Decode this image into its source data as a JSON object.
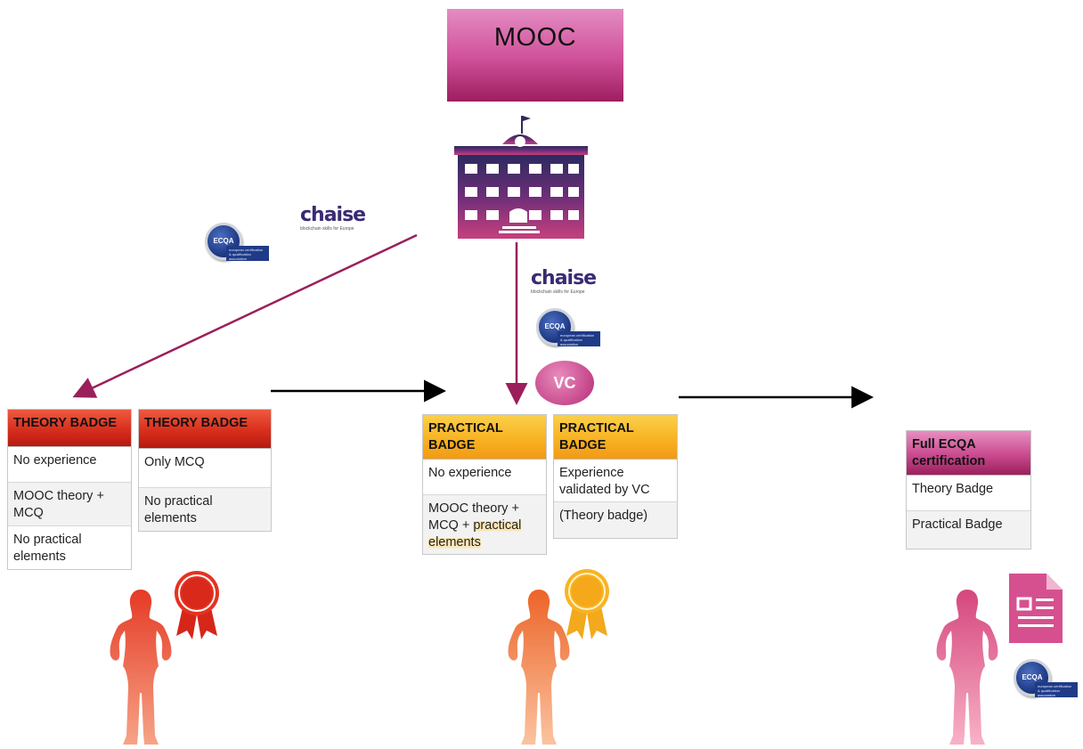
{
  "mooc": {
    "label": "MOOC"
  },
  "logos": {
    "chaise_word": "chaise",
    "chaise_tagline": "blockchain skills for Europe",
    "ecqa_seal": "ECQA",
    "ecqa_caption": "european certification & qualification association"
  },
  "vc": {
    "label": "VC"
  },
  "theory_badge_1": {
    "header": "THEORY BADGE",
    "rows": [
      "No experience",
      "MOOC theory + MCQ",
      "No practical elements"
    ]
  },
  "theory_badge_2": {
    "header": "THEORY BADGE",
    "rows": [
      "Only MCQ",
      "No practical elements"
    ]
  },
  "practical_badge_1": {
    "header": "PRACTICAL BADGE",
    "rows": [
      "No experience"
    ],
    "row2_plain": "MOOC theory + MCQ + ",
    "row2_highlight": "practical elements"
  },
  "practical_badge_2": {
    "header": "PRACTICAL BADGE",
    "rows": [
      "Experience validated by VC",
      "(Theory badge)"
    ]
  },
  "full_ecqa": {
    "header": "Full ECQA certification",
    "rows": [
      "Theory Badge",
      "Practical Badge"
    ]
  },
  "colors": {
    "theory_red": "#d92e1d",
    "practical_orange": "#f8b323",
    "ecqa_magenta": "#c94a8f",
    "arrow_purple": "#9b1f5b"
  },
  "icons": [
    "university-building-icon",
    "rosette-red-icon",
    "rosette-gold-icon",
    "certificate-document-icon",
    "woman-silhouette-icon"
  ]
}
